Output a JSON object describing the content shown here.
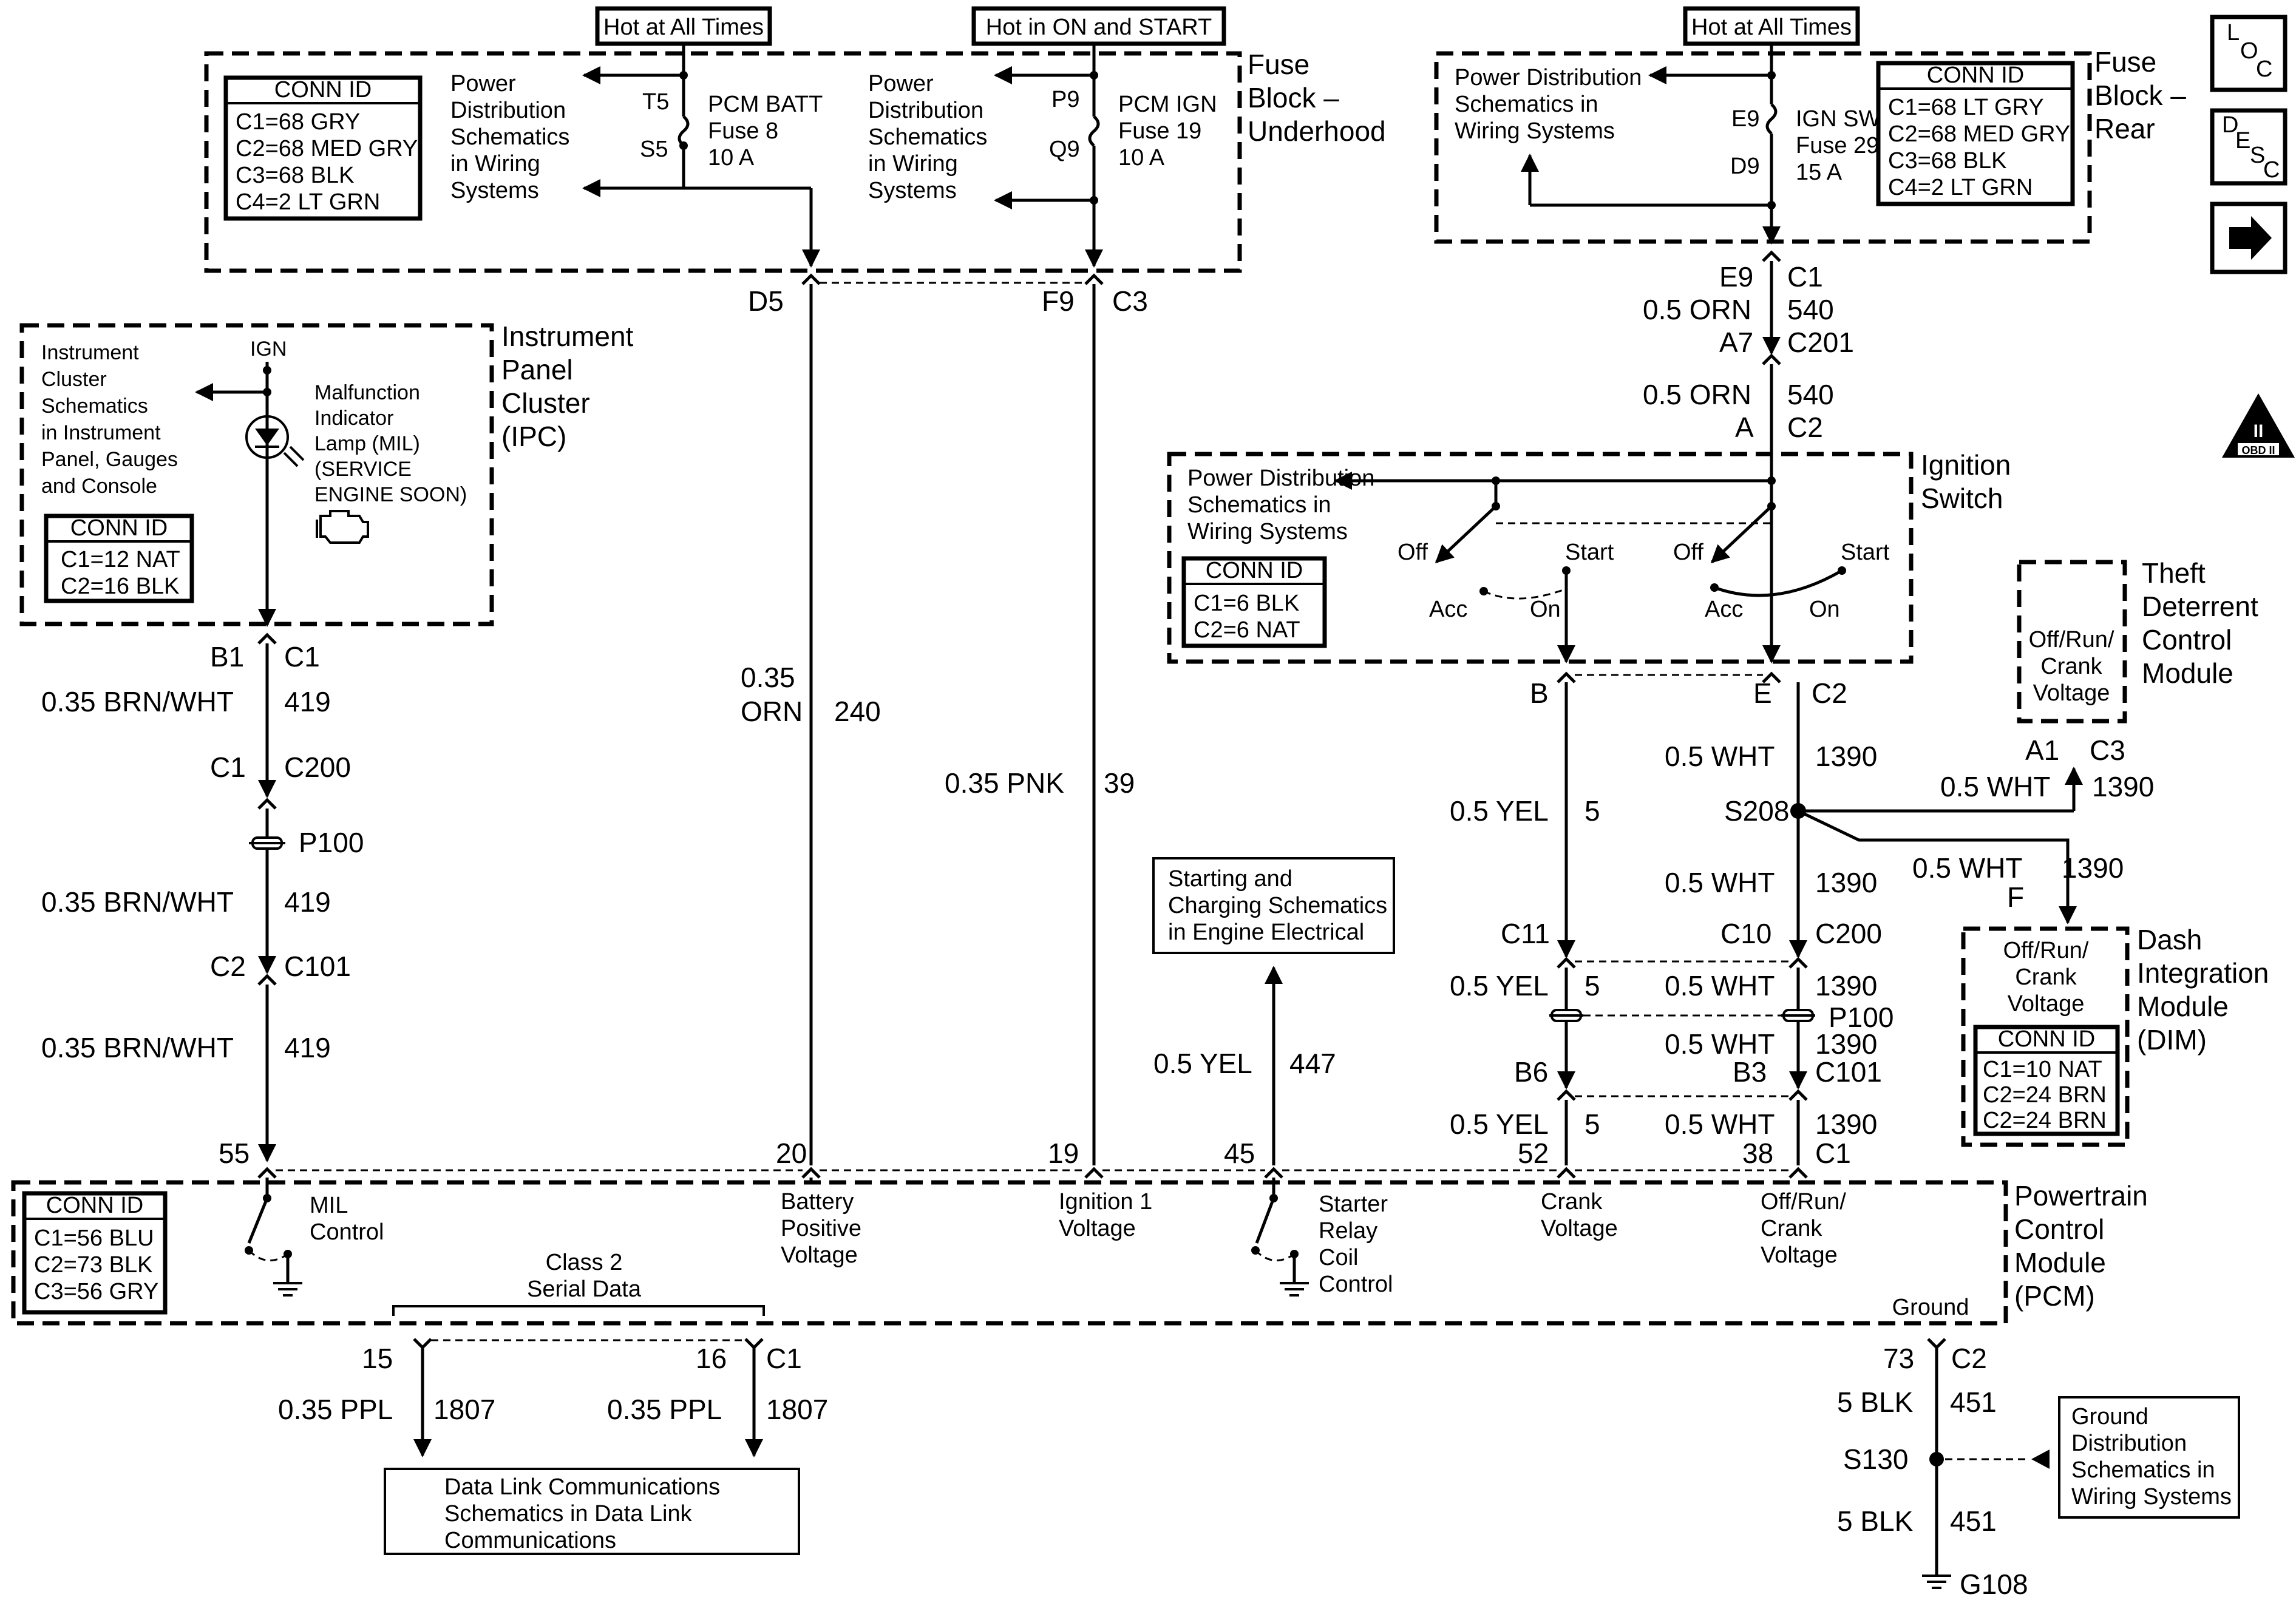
{
  "labels": {
    "hot_all_1": "Hot at All Times",
    "hot_on_start": "Hot in ON and START",
    "hot_all_2": "Hot at All Times",
    "fb_under_1": "Fuse",
    "fb_under_2": "Block –",
    "fb_under_3": "Underhood",
    "fb_rear_1": "Fuse",
    "fb_rear_2": "Block –",
    "fb_rear_3": "Rear",
    "conn_id": "CONN ID",
    "fbu_c1": "C1=68 GRY",
    "fbu_c2": "C2=68 MED GRY",
    "fbu_c3": "C3=68 BLK",
    "fbu_c4": "C4=2 LT GRN",
    "fbr_c1": "C1=68 LT GRY",
    "fbr_c2": "C2=68 MED GRY",
    "fbr_c3": "C3=68 BLK",
    "fbr_c4": "C4=2 LT GRN",
    "pd_1": "Power",
    "pd_2": "Distribution",
    "pd_3": "Schematics",
    "pd_4": "in Wiring",
    "pd_5": "Systems",
    "pdr_1": "Power Distribution",
    "pdr_2": "Schematics in",
    "pdr_3": "Wiring Systems",
    "t5": "T5",
    "s5": "S5",
    "p9": "P9",
    "q9": "Q9",
    "e9": "E9",
    "d9": "D9",
    "f8_1": "PCM BATT",
    "f8_2": "Fuse 8",
    "f8_3": "10 A",
    "f19_1": "PCM IGN",
    "f19_2": "Fuse 19",
    "f19_3": "10 A",
    "f29_1": "IGN SW",
    "f29_2": "Fuse 29",
    "f29_3": "15 A",
    "d5": "D5",
    "f9": "F9",
    "c3": "C3",
    "e9c": "E9",
    "c1": "C1",
    "orn05": "0.5 ORN",
    "w540": "540",
    "a7": "A7",
    "c201": "C201",
    "a": "A",
    "c2": "C2",
    "ipc_1": "Instrument",
    "ipc_2": "Panel",
    "ipc_3": "Cluster",
    "ipc_4": "(IPC)",
    "ics_1": "Instrument",
    "ics_2": "Cluster",
    "ics_3": "Schematics",
    "ics_4": "in Instrument",
    "ics_5": "Panel, Gauges",
    "ics_6": "and Console",
    "ign": "IGN",
    "mil_1": "Malfunction",
    "mil_2": "Indicator",
    "mil_3": "Lamp (MIL)",
    "mil_4": "(SERVICE",
    "mil_5": "ENGINE SOON)",
    "ipc_c1": "C1=12 NAT",
    "ipc_c2": "C2=16 BLK",
    "b1": "B1",
    "brnwht": "0.35 BRN/WHT",
    "w419": "419",
    "c200": "C200",
    "p100": "P100",
    "c101": "C101",
    "orn035_1": "0.35",
    "orn035_2": "ORN",
    "w240": "240",
    "pnk035": "0.35 PNK",
    "w39": "39",
    "sc_1": "Starting and",
    "sc_2": "Charging Schematics",
    "sc_3": "in Engine Electrical",
    "yel05": "0.5 YEL",
    "w447": "447",
    "ign_sw_1": "Ignition",
    "ign_sw_2": "Switch",
    "sw_c1": "C1=6 BLK",
    "sw_c2": "C2=6 NAT",
    "off": "Off",
    "acc": "Acc",
    "on": "On",
    "start": "Start",
    "b": "B",
    "e": "E",
    "tdcm_1": "Theft",
    "tdcm_2": "Deterrent",
    "tdcm_3": "Control",
    "tdcm_4": "Module",
    "orc_1": "Off/Run/",
    "orc_2": "Crank",
    "orc_3": "Voltage",
    "a1": "A1",
    "wht05": "0.5 WHT",
    "w1390": "1390",
    "s208": "S208",
    "w5": "5",
    "f": "F",
    "dim_1": "Dash",
    "dim_2": "Integration",
    "dim_3": "Module",
    "dim_4": "(DIM)",
    "dim_c1": "C1=10 NAT",
    "dim_c2": "C2=24 BRN",
    "dim_c3": "C2=24 BRN",
    "c11": "C11",
    "c10": "C10",
    "b6": "B6",
    "b3": "B3",
    "w52": "52",
    "w38": "38",
    "p55": "55",
    "p20": "20",
    "p19": "19",
    "p45": "45",
    "pcm_1": "Powertrain",
    "pcm_2": "Control",
    "pcm_3": "Module",
    "pcm_4": "(PCM)",
    "pcm_c1": "C1=56 BLU",
    "pcm_c2": "C2=73 BLK",
    "pcm_c3": "C3=56 GRY",
    "mil_ctl_1": "MIL",
    "mil_ctl_2": "Control",
    "bpv_1": "Battery",
    "bpv_2": "Positive",
    "bpv_3": "Voltage",
    "i1v_1": "Ignition 1",
    "i1v_2": "Voltage",
    "src_1": "Starter",
    "src_2": "Relay",
    "src_3": "Coil",
    "src_4": "Control",
    "cv_1": "Crank",
    "cv_2": "Voltage",
    "class2_1": "Class 2",
    "class2_2": "Serial Data",
    "ground": "Ground",
    "p15": "15",
    "p16": "16",
    "ppl035": "0.35 PPL",
    "w1807": "1807",
    "dl_1": "Data Link Communications",
    "dl_2": "Schematics in Data Link",
    "dl_3": "Communications",
    "p73": "73",
    "blk5": "5 BLK",
    "w451": "451",
    "s130": "S130",
    "g108": "G108",
    "gd_1": "Ground",
    "gd_2": "Distribution",
    "gd_3": "Schematics in",
    "gd_4": "Wiring Systems",
    "loc_l": "L",
    "loc_o": "O",
    "loc_c": "C",
    "desc_d": "D",
    "desc_e": "E",
    "desc_s": "S",
    "desc_c": "C",
    "obd_1": "II",
    "obd_2": "OBD II"
  },
  "icons": {
    "loc": "loc-icon",
    "desc": "desc-icon",
    "next": "arrow-right-icon",
    "obd": "obd-ii-icon",
    "engine": "engine-icon"
  }
}
